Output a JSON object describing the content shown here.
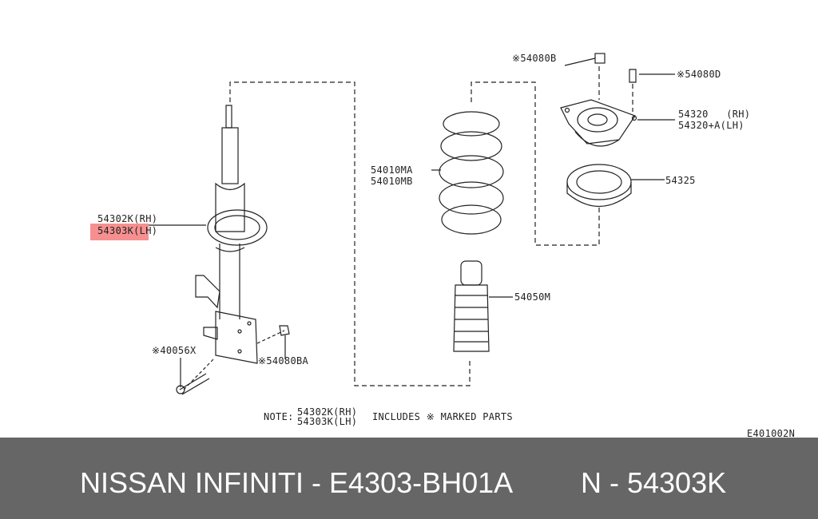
{
  "labels": {
    "strut_rh": "54302K(RH)",
    "strut_lh": "54303K(LH)",
    "bolt": "※40056X",
    "nut_lower": "※54080BA",
    "spring_a": "54010MA",
    "spring_b": "54010MB",
    "bumper": "54050M",
    "nut_top": "※54080B",
    "bolt_top": "※54080D",
    "mount_rh": "54320   (RH)",
    "mount_lh": "54320+A(LH)",
    "bearing": "54325",
    "note_prefix": "NOTE:",
    "note_rh": "54302K(RH)",
    "note_lh": "54303K(LH)",
    "note_suffix": "INCLUDES ※ MARKED PARTS",
    "diagram_code": "E401002N"
  },
  "highlight_color": "#f47c7c",
  "footer": {
    "brand": "NISSAN INFINITI - E4303-BH01A",
    "part": "N - 54303K"
  }
}
